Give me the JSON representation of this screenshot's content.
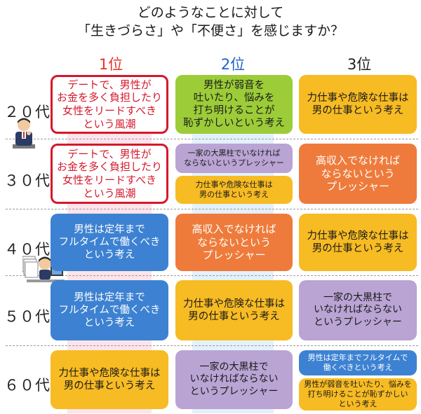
{
  "title_line1": "どのようなことに対して",
  "title_line2": "「生きづらさ」や「不便さ」を感じますか？",
  "ranks": [
    "1位",
    "2位",
    "3位"
  ],
  "rows": [
    {
      "age": "２０代",
      "rank1": [
        "デートで、男性が\nお金を多く負担したり\n女性をリードすべき\nという風潮"
      ],
      "rank2": [
        "男性が弱音を\n吐いたり、悩みを\n打ち明けることが\n恥ずかしいという考え"
      ],
      "rank3": [
        "力仕事や危険な仕事は\n男の仕事という考え"
      ]
    },
    {
      "age": "３０代",
      "rank1": [
        "デートで、男性が\nお金を多く負担したり\n女性をリードすべき\nという風潮"
      ],
      "rank2": [
        "一家の大黒柱でいなければ\nならないというプレッシャー",
        "力仕事や危険な仕事は\n男の仕事という考え"
      ],
      "rank3": [
        "高収入でなければ\nならないという\nプレッシャー"
      ]
    },
    {
      "age": "４０代",
      "rank1": [
        "男性は定年まで\nフルタイムで働くべき\nという考え"
      ],
      "rank2": [
        "高収入でなければ\nならないという\nプレッシャー"
      ],
      "rank3": [
        "力仕事や危険な仕事は\n男の仕事という考え"
      ]
    },
    {
      "age": "５０代",
      "rank1": [
        "男性は定年まで\nフルタイムで働くべき\nという考え"
      ],
      "rank2": [
        "力仕事や危険な仕事は\n男の仕事という考え"
      ],
      "rank3": [
        "一家の大黒柱で\nいなければならない\nというプレッシャー"
      ]
    },
    {
      "age": "６０代",
      "rank1": [
        "力仕事や危険な仕事は\n男の仕事という考え"
      ],
      "rank2": [
        "一家の大黒柱で\nいなければならない\nというプレッシャー"
      ],
      "rank3": [
        "男性は定年までフルタイムで\n働くべきという考え",
        "男性が弱音を吐いたり、悩みを\n打ち明けることが恥ずかしい\nという考え"
      ]
    }
  ],
  "colors": {
    "red_outline": "#d5182b",
    "blue": "#3d82d2",
    "yellow": "#f7bb23",
    "green": "#9ccc38",
    "purple": "#b9a4d4",
    "orange": "#ee7b3b",
    "pink_column": "#fde4ea",
    "lightblue_column": "#e3f1fb"
  },
  "icons": [
    "thinking-man-illustration",
    "overworked-man-illustration"
  ]
}
